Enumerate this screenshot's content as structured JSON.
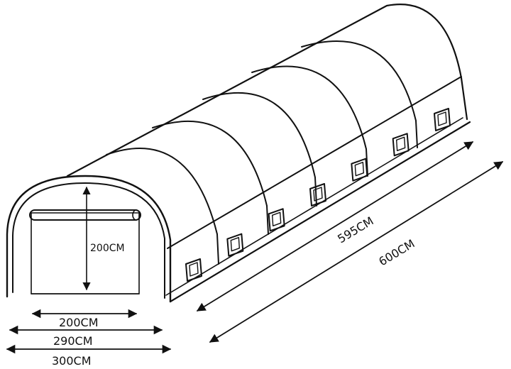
{
  "dimensions": {
    "door_height": "200CM",
    "door_width": "200CM",
    "inner_width": "290CM",
    "outer_width": "300CM",
    "inner_length": "595CM",
    "outer_length": "600CM"
  },
  "colors": {
    "ink": "#111111",
    "background": "#ffffff"
  },
  "windows": {
    "count": 7
  }
}
